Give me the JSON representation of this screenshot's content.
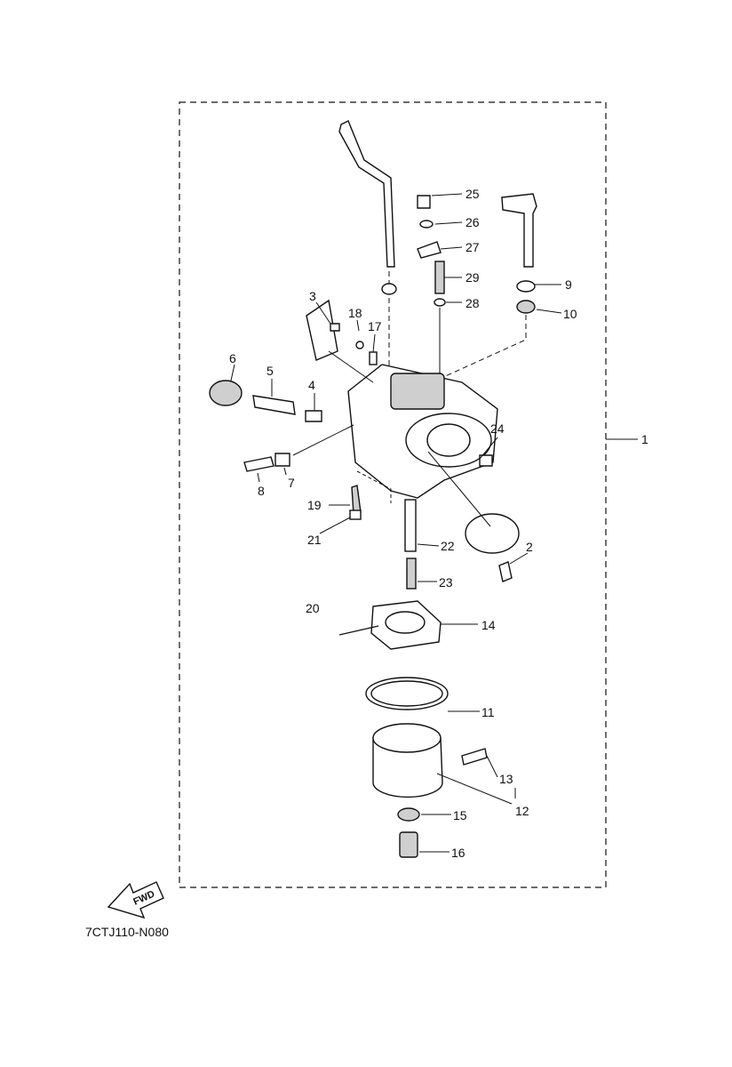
{
  "diagram": {
    "part_code": "7CTJ110-N080",
    "fwd_label": "FWD",
    "callouts": [
      "1",
      "2",
      "3",
      "4",
      "5",
      "6",
      "7",
      "8",
      "9",
      "10",
      "11",
      "12",
      "13",
      "14",
      "15",
      "16",
      "17",
      "18",
      "19",
      "20",
      "21",
      "22",
      "23",
      "24",
      "25",
      "26",
      "27",
      "28",
      "29"
    ]
  },
  "colors": {
    "line": "#111111",
    "background": "#ffffff"
  }
}
